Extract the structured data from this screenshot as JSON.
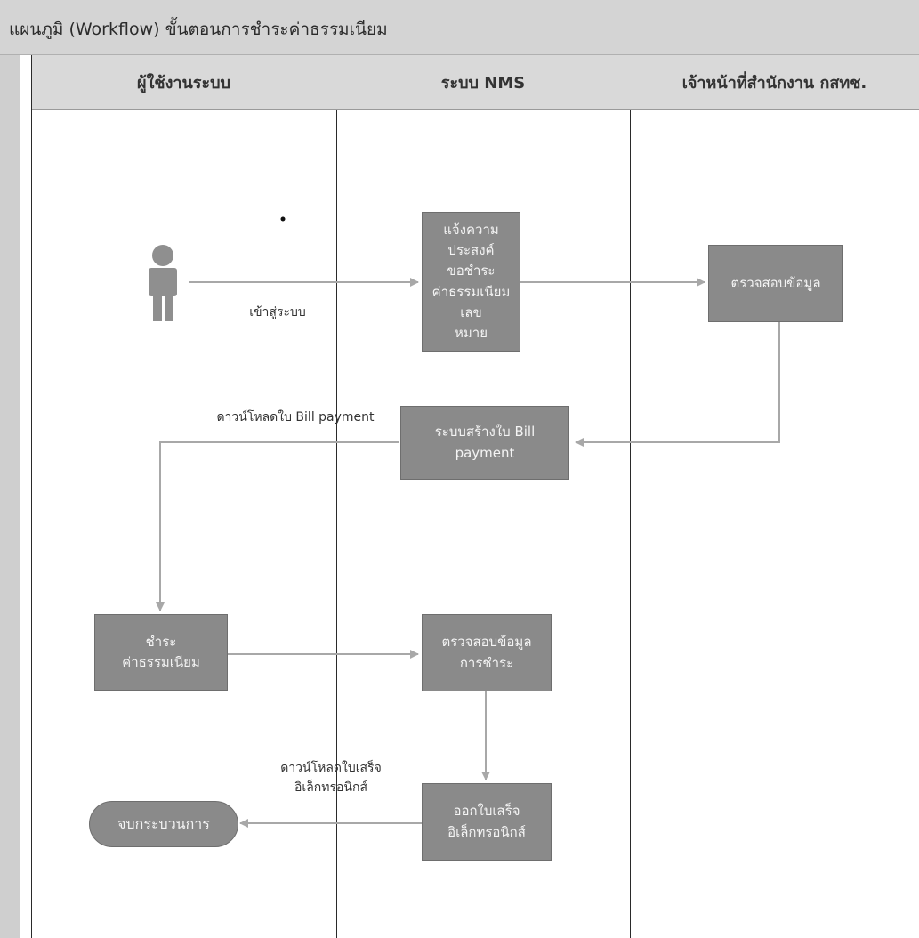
{
  "title": "แผนภูมิ (Workflow) ขั้นตอนการชำระค่าธรรมเนียม",
  "lanes": [
    {
      "label": "ผู้ใช้งานระบบ"
    },
    {
      "label": "ระบบ NMS"
    },
    {
      "label": "เจ้าหน้าที่สำนักงาน กสทช."
    }
  ],
  "nodes": {
    "user_icon": {
      "icon": "user-icon"
    },
    "notify_intent": {
      "label": "แจ้งความประสงค์\nขอชำระ\nค่าธรรมเนียมเลข\nหมาย"
    },
    "verify_data": {
      "label": "ตรวจสอบข้อมูล"
    },
    "create_bill": {
      "label": "ระบบสร้างใบ Bill\npayment"
    },
    "pay_fee": {
      "label": "ชำระ\nค่าธรรมเนียม"
    },
    "verify_payment": {
      "label": "ตรวจสอบข้อมูล\nการชำระ"
    },
    "issue_receipt": {
      "label": "ออกใบเสร็จ\nอิเล็กทรอนิกส์"
    },
    "end": {
      "label": "จบกระบวนการ"
    }
  },
  "edge_labels": {
    "login": "เข้าสู่ระบบ",
    "download_bill": "ดาวน์โหลดใบ Bill payment",
    "download_receipt": "ดาวน์โหลดใบเสร็จ\nอิเล็กทรอนิกส์"
  },
  "colors": {
    "box_fill": "#8a8a8a",
    "header_fill": "#d9d9d9",
    "connector": "#a8a8a8"
  }
}
